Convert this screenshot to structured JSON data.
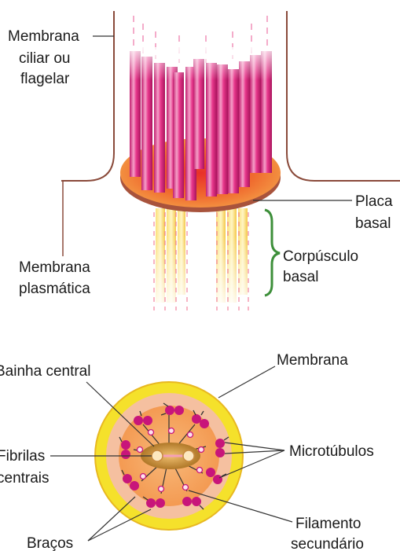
{
  "labels": {
    "membrana_ciliar": [
      "Membrana",
      "ciliar ou",
      "flagelar"
    ],
    "membrana_plasmatica": [
      "Membrana",
      "plasmática"
    ],
    "placa_basal": [
      "Placa",
      "basal"
    ],
    "corpusculo_basal": [
      "Corpúsculo",
      "basal"
    ],
    "membrana": "Membrana",
    "bainha_central": "Bainha central",
    "fibrilas_centrais": [
      "Fibrilas",
      "centrais"
    ],
    "microtubulos": "Microtúbulos",
    "bracos": "Braços",
    "filamento_secundario": [
      "Filamento",
      "secundário"
    ]
  },
  "colors": {
    "tube_pink": "#e8378c",
    "plate_orange": "#f07a30",
    "plate_edge": "#a0523a",
    "basal_yellow": "#f6e27a",
    "outer_yellow": "#f5e12b",
    "ring_orange": "#f6a858",
    "doublet_magenta": "#c8157a",
    "bracket_green": "#3d8f3a"
  }
}
